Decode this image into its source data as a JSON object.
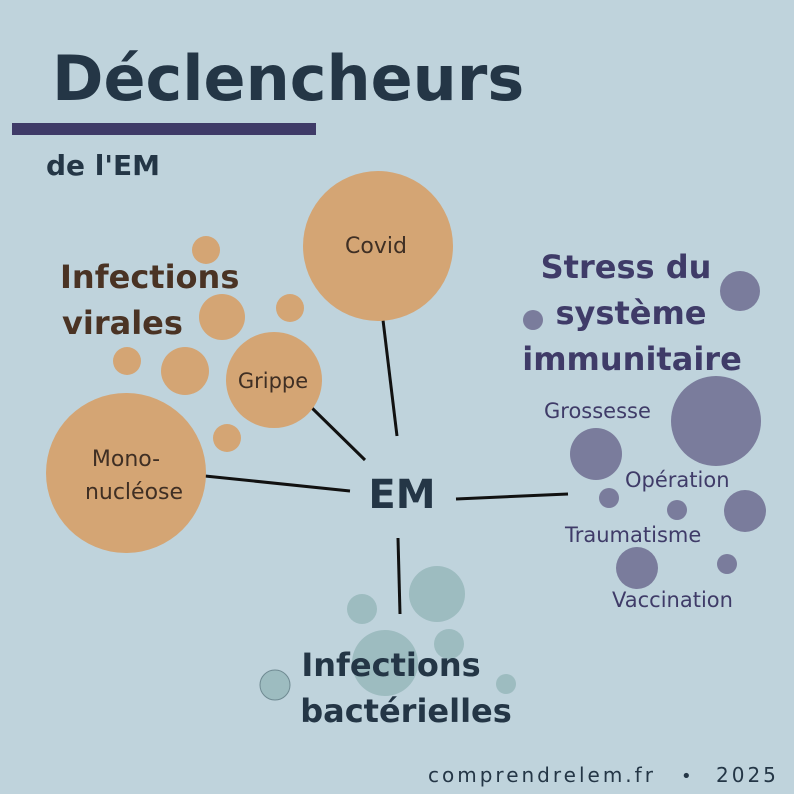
{
  "title": "Déclencheurs",
  "subtitle": "de l'EM",
  "center": "EM",
  "categories": {
    "viral": {
      "line1": "Infections",
      "line2": "virales"
    },
    "stress": {
      "line1": "Stress du",
      "line2": "système",
      "line3": "immunitaire"
    },
    "bacterial": {
      "line1": "Infections",
      "line2": "bactérielles"
    }
  },
  "viral_nodes": {
    "covid": "Covid",
    "grippe": "Grippe",
    "mono_line1": "Mono-",
    "mono_line2": "nucléose"
  },
  "stress_items": {
    "grossesse": "Grossesse",
    "operation": "Opération",
    "traumatisme": "Traumatisme",
    "vaccination": "Vaccination"
  },
  "footer": {
    "site": "comprendrelem.fr",
    "separator": "•",
    "year": "2025"
  },
  "colors": {
    "background": "#bfd3dc",
    "viral": "#d4a574",
    "stress": "#7a7c9c",
    "bacterial": "#9dbcc0",
    "accent_bar": "#3f3b68",
    "text_dark": "#243646"
  }
}
